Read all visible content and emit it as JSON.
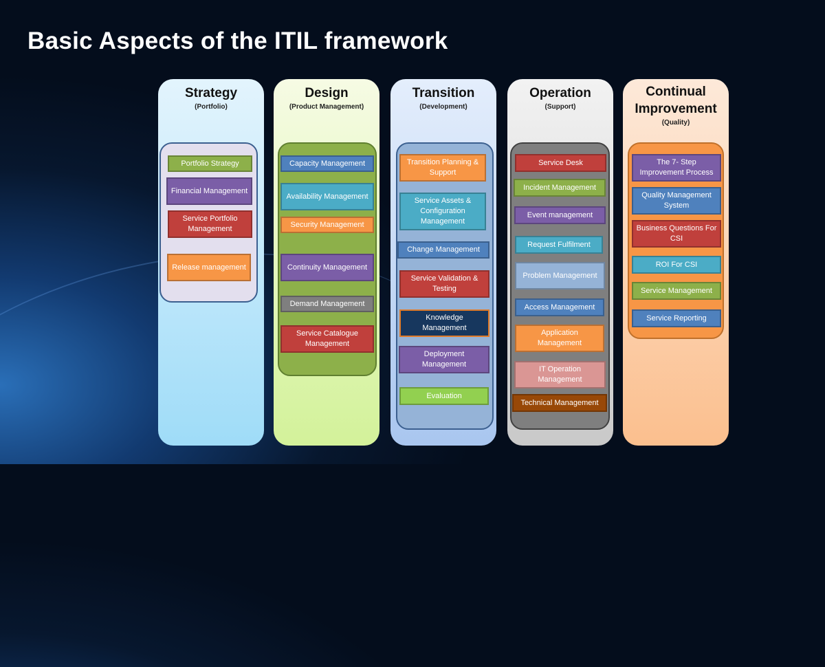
{
  "title": "Basic Aspects of the ITIL framework",
  "columns": [
    {
      "heading": "Strategy",
      "subheading": "(Portfolio)",
      "items": [
        "Portfolio  Strategy",
        "Financial Management",
        "Service Portfolio Management",
        "Release management"
      ]
    },
    {
      "heading": "Design",
      "subheading": "(Product Management)",
      "items": [
        "Capacity Management",
        "Availability Management",
        "Security Management",
        "Continuity Management",
        "Demand Management",
        "Service Catalogue Management"
      ]
    },
    {
      "heading": "Transition",
      "subheading": "(Development)",
      "items": [
        "Transition Planning & Support",
        "Service Assets & Configuration Management",
        "Change Management",
        "Service Validation & Testing",
        "Knowledge Management",
        "Deployment Management",
        "Evaluation"
      ]
    },
    {
      "heading": "Operation",
      "subheading": "(Support)",
      "items": [
        "Service Desk",
        "Incident Management",
        "Event management",
        "Request Fulfilment",
        "Problem Management",
        "Access Management",
        "Application Management",
        "IT Operation Management",
        "Technical Management"
      ]
    },
    {
      "heading": "Continual Improvement",
      "subheading": "(Quality)",
      "items": [
        "The 7- Step Improvement Process",
        "Quality Management System",
        "Business Questions For CSI",
        "ROI For CSI",
        "Service Management",
        "Service Reporting"
      ]
    }
  ],
  "colors": {
    "green": "#8db04a",
    "purple": "#7b5ea7",
    "red": "#c0403c",
    "orange": "#f79646",
    "blue": "#4f81bd",
    "teal": "#4bacc6",
    "gray": "#7f7f7f",
    "navy": "#17375e",
    "lime": "#92d050",
    "lightblue": "#95b3d7",
    "pink": "#da9694",
    "brown": "#984807"
  }
}
